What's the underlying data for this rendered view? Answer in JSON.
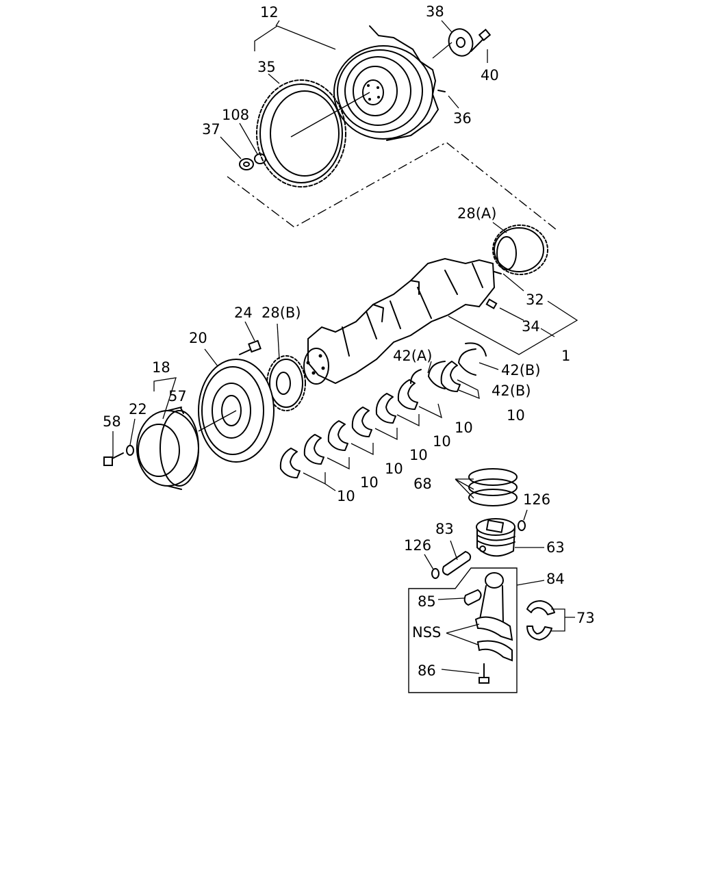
{
  "diagram": {
    "type": "exploded-parts-diagram",
    "labels": {
      "l12": "12",
      "l38": "38",
      "l40": "40",
      "l35": "35",
      "l36": "36",
      "l108": "108",
      "l37": "37",
      "l28a": "28(A)",
      "l32": "32",
      "l34": "34",
      "l1": "1",
      "l24": "24",
      "l28b": "28(B)",
      "l20": "20",
      "l18": "18",
      "l57": "57",
      "l22": "22",
      "l58": "58",
      "l42a": "42(A)",
      "l42b1": "42(B)",
      "l42b2": "42(B)",
      "l10a": "10",
      "l10b": "10",
      "l10c": "10",
      "l10d": "10",
      "l10e": "10",
      "l10f": "10",
      "l10g": "10",
      "l68": "68",
      "l126a": "126",
      "l83": "83",
      "l63": "63",
      "l126b": "126",
      "l84": "84",
      "l85": "85",
      "l73": "73",
      "lnss": "NSS",
      "l86": "86"
    }
  }
}
